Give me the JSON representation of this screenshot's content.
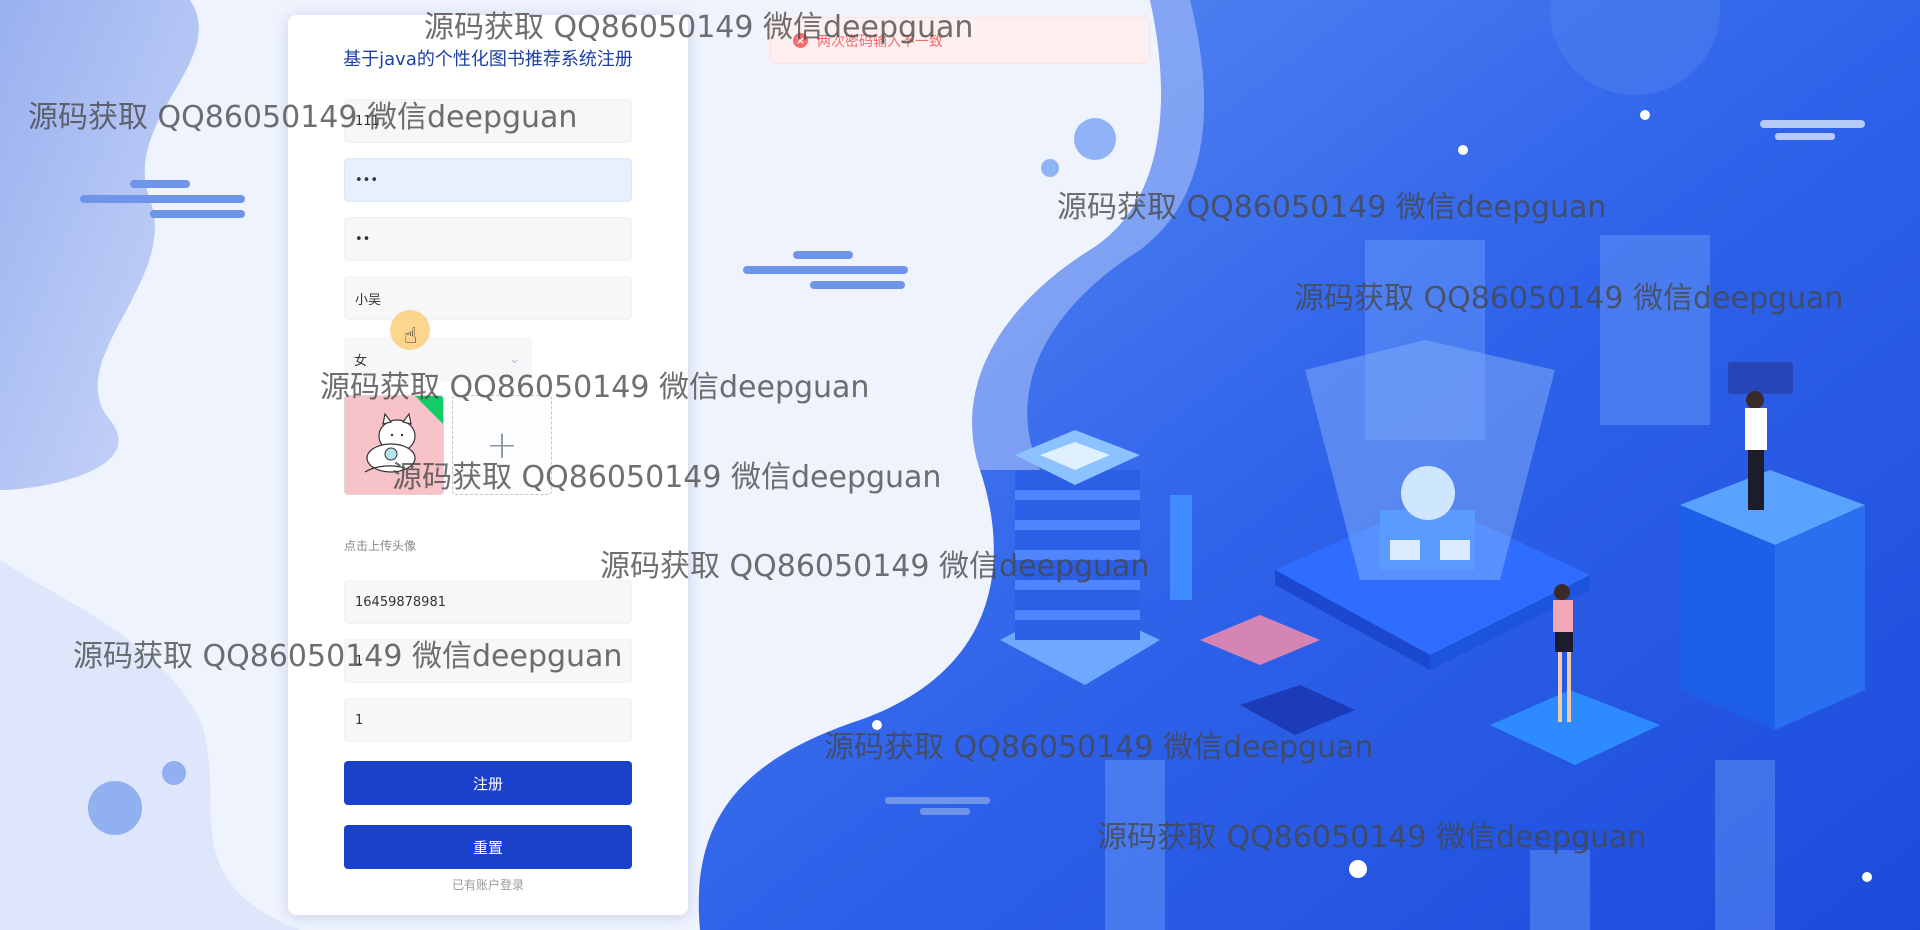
{
  "app_title": "基于java的个性化图书推荐系统注册",
  "alert": {
    "message": "两次密码输入不一致",
    "color": "#f56c6c"
  },
  "form": {
    "account": "111",
    "password": "•••",
    "confirm_password": "••",
    "name": "小吴",
    "gender": "女",
    "upload_hint": "点击上传头像",
    "phone": "16459878981",
    "email": "1",
    "address": "1"
  },
  "buttons": {
    "register": "注册",
    "reset": "重置",
    "login_link": "已有账户登录"
  },
  "icons": {
    "alert": "error-circle-icon",
    "select": "chevron-down-icon",
    "upload": "plus-icon",
    "cursor": "hand-pointer-icon"
  },
  "watermarks": [
    "源码获取 QQ86050149 微信deepguan",
    "源码获取 QQ86050149 微信deepguan",
    "源码获取 QQ86050149 微信deepguan",
    "源码获取 QQ86050149 微信deepguan",
    "源码获取 QQ86050149 微信deepguan",
    "源码获取 QQ86050149 微信deepguan",
    "源码获取 QQ86050149 微信deepguan",
    "源码获取 QQ86050149 微信deepguan",
    "源码获取 QQ86050149 微信deepguan",
    "源码获取 QQ86050149 微信deepguan"
  ],
  "colors": {
    "primary": "#1a41c9",
    "title": "#1d3fa6",
    "background_blue": "#2660e8"
  }
}
